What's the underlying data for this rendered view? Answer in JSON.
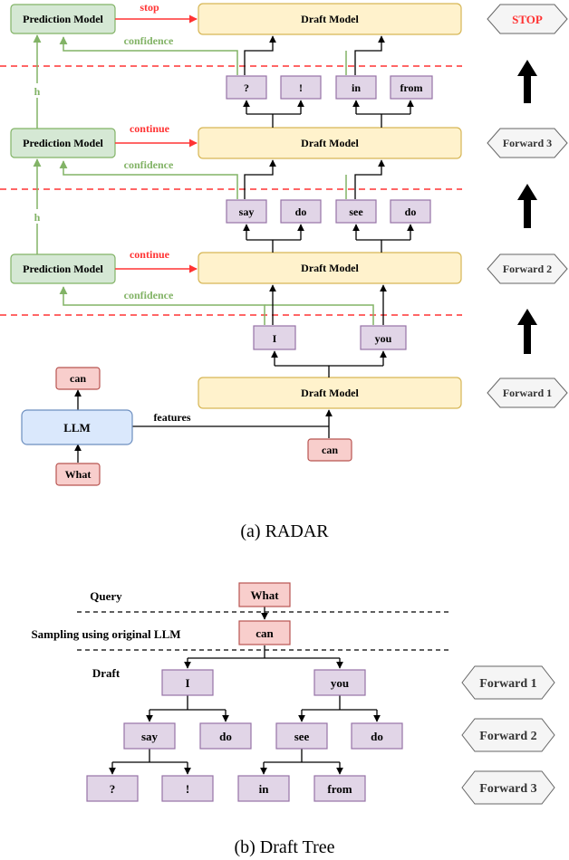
{
  "panel_a": {
    "caption": "(a) RADAR",
    "prediction_model_label": "Prediction Model",
    "draft_model_label": "Draft Model",
    "llm_label": "LLM",
    "features_label": "features",
    "confidence_label": "confidence",
    "h_label": "h",
    "signals": [
      "stop",
      "continue",
      "continue"
    ],
    "forward_labels": [
      "STOP",
      "Forward 3",
      "Forward 2",
      "Forward 1"
    ],
    "tokens": {
      "what": "What",
      "can_out": "can",
      "can_in": "can",
      "level1": [
        "I",
        "you"
      ],
      "level2": [
        "say",
        "do",
        "see",
        "do"
      ],
      "level3": [
        "?",
        "!",
        "in",
        "from"
      ]
    },
    "colors": {
      "prediction_fill": "#d5e8d4",
      "prediction_stroke": "#82b366",
      "draft_fill": "#fff2cc",
      "draft_stroke": "#d6b656",
      "llm_fill": "#dae8fc",
      "llm_stroke": "#6c8ebf",
      "token_fill": "#e1d5e7",
      "token_stroke": "#9673a6",
      "input_fill": "#f8cecc",
      "input_stroke": "#b85450",
      "signal_red": "#ff3333",
      "confidence_green": "#82b366"
    }
  },
  "panel_b": {
    "caption": "(b) Draft Tree",
    "row_labels": [
      "Query",
      "Sampling using original LLM",
      "Draft"
    ],
    "query_token": "What",
    "sampled_token": "can",
    "level1": [
      "I",
      "you"
    ],
    "level2": [
      "say",
      "do",
      "see",
      "do"
    ],
    "level3": [
      "?",
      "!",
      "in",
      "from"
    ],
    "forward_labels": [
      "Forward 1",
      "Forward 2",
      "Forward 3"
    ]
  }
}
